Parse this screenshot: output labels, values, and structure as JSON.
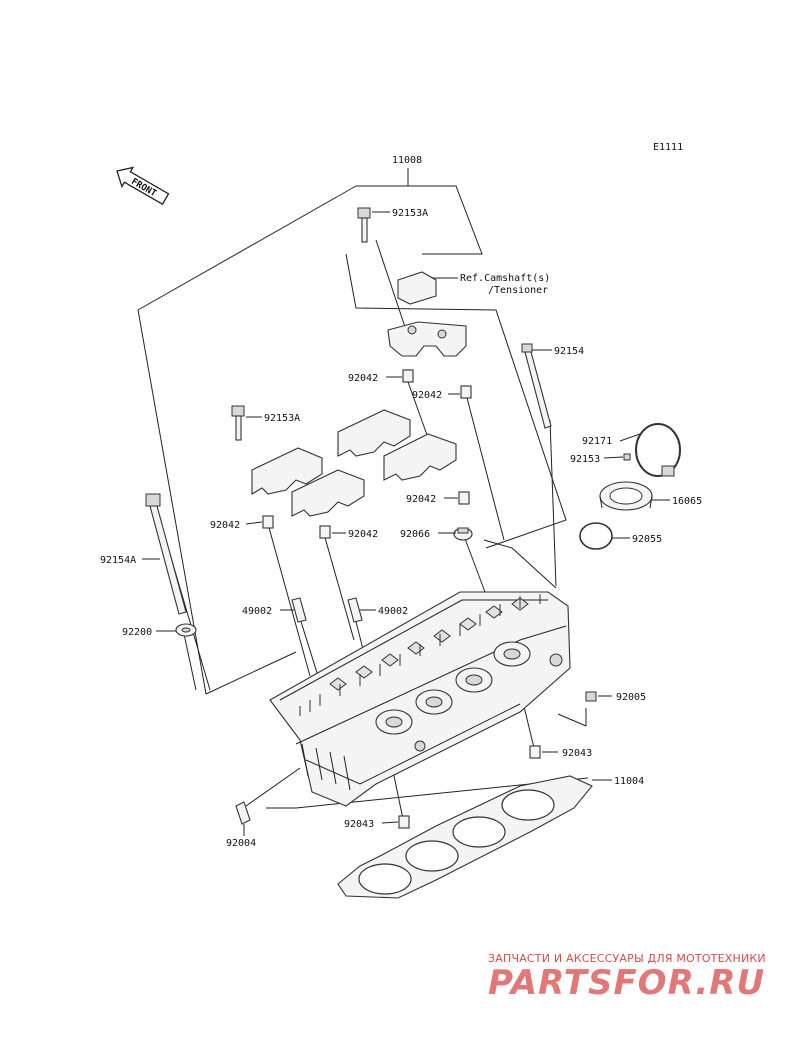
{
  "diagram_code": "E1111",
  "front_label": "FRONT",
  "callouts": {
    "c11008": "11008",
    "c92153a_top": "92153A",
    "ref_line1": "Ref.Camshaft(s)",
    "ref_line2": "/Tensioner",
    "c92154": "92154",
    "c92042_a": "92042",
    "c92042_b": "92042",
    "c92153a_left": "92153A",
    "c92171": "92171",
    "c92153": "92153",
    "c16065": "16065",
    "c92042_c": "92042",
    "c92042_d": "92042",
    "c92042_e": "92042",
    "c92066": "92066",
    "c92055": "92055",
    "c92154a": "92154A",
    "c49002_left": "49002",
    "c49002_right": "49002",
    "c92200": "92200",
    "c92005": "92005",
    "c92043_right": "92043",
    "c11004": "11004",
    "c92043_bottom": "92043",
    "c92004": "92004"
  },
  "watermark": {
    "tagline": "ЗАПЧАСТИ И АКСЕССУАРЫ ДЛЯ МОТОТЕХНИКИ",
    "logo_text": "PARTSFOR.RU",
    "color": "#cc2b2b"
  }
}
